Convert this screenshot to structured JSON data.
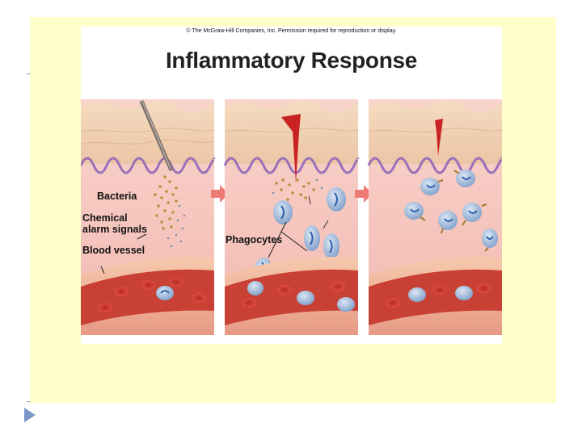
{
  "figure": {
    "copyright": "© The McGraw-Hill Companies, Inc. Permission required for reproduction or display.",
    "title": "Inflammatory Response",
    "labels": {
      "bacteria": "Bacteria",
      "chemical_line1": "Chemical",
      "chemical_line2": "alarm signals",
      "blood_vessel": "Blood vessel",
      "phagocytes": "Phagocytes"
    },
    "panels": [
      {
        "name": "injury-with-bacteria"
      },
      {
        "name": "phagocytes-migrating"
      },
      {
        "name": "bacteria-engulfed"
      }
    ]
  },
  "colors": {
    "slide_bg": "#ffffcc",
    "skin_top": "#f2d5b4",
    "dermis": "#f6c6c0",
    "vessel_wall": "#f0b3a4",
    "blood": "#d24a3d",
    "phagocyte": "#a8c1e1",
    "arrow": "#ef7b77"
  }
}
